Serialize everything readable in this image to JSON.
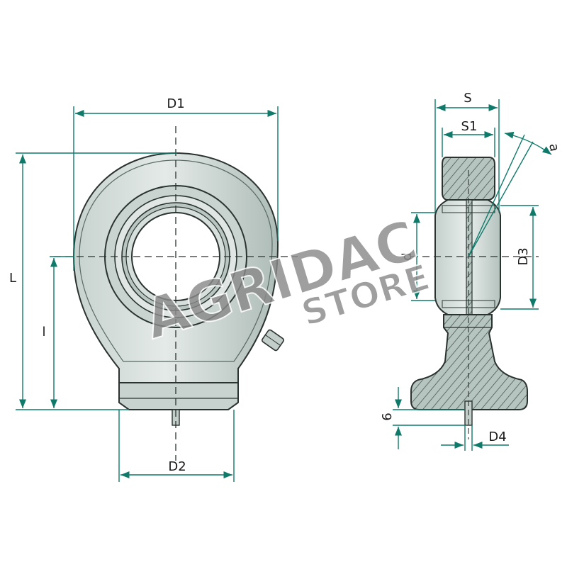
{
  "colors": {
    "body_fill": "#b7c5c0",
    "body_light": "#dfe6e3",
    "body_dark": "#8ea09a",
    "outline": "#2a3330",
    "dimension": "#0f7a6a",
    "watermark": "#7a7a7a"
  },
  "labels": {
    "D1": "D1",
    "D2": "D2",
    "D3": "D3",
    "D4": "D4",
    "L": "L",
    "l": "l",
    "S": "S",
    "S1": "S1",
    "d": "d",
    "alpha": "a",
    "six": "6"
  },
  "watermark": {
    "line1": "AGRIDAC",
    "line2": "STORE"
  }
}
